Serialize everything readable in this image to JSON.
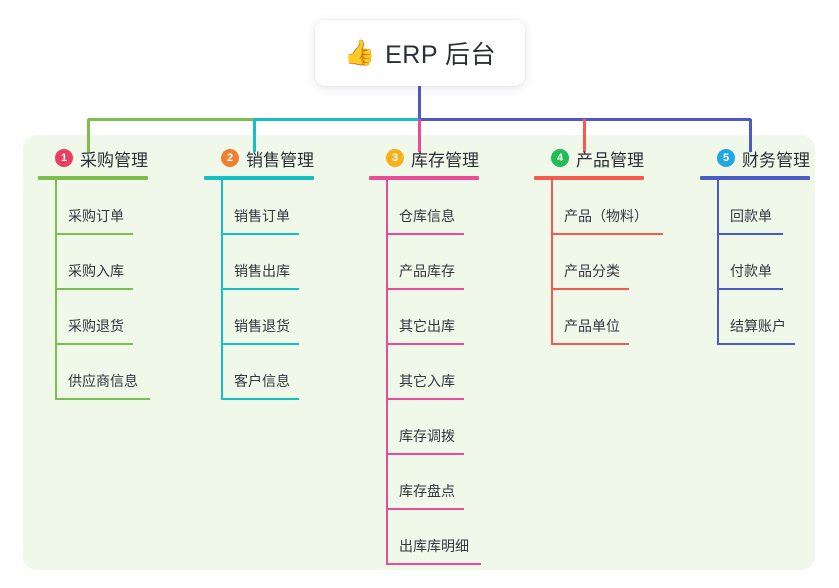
{
  "root": {
    "icon": "thumbs-up-emoji",
    "emoji": "👍",
    "title": "ERP 后台"
  },
  "panel": {
    "background_color": "#eff8e9"
  },
  "connector_colors": {
    "trunk": "#4a5bc4",
    "segment_1": "#7cbf4e",
    "segment_2": "#17c0c0",
    "segment_3": "#4a5bc4",
    "drop_1": "#7cbf4e",
    "drop_2": "#17c0c0",
    "drop_3": "#ea4c9a",
    "drop_4": "#f65a4e",
    "drop_5": "#4a5bc4"
  },
  "branches": [
    {
      "number": "1",
      "title": "采购管理",
      "badge_color": "#ec3e62",
      "line_color": "#7cbf4e",
      "rule_width": 110,
      "items": [
        {
          "label": "采购订单",
          "rule_width": 78
        },
        {
          "label": "采购入库",
          "rule_width": 78
        },
        {
          "label": "采购退货",
          "rule_width": 78
        },
        {
          "label": "供应商信息",
          "rule_width": 95
        }
      ]
    },
    {
      "number": "2",
      "title": "销售管理",
      "badge_color": "#f08030",
      "line_color": "#17c0c0",
      "rule_width": 110,
      "items": [
        {
          "label": "销售订单",
          "rule_width": 78
        },
        {
          "label": "销售出库",
          "rule_width": 78
        },
        {
          "label": "销售退货",
          "rule_width": 78
        },
        {
          "label": "客户信息",
          "rule_width": 78
        }
      ]
    },
    {
      "number": "3",
      "title": "库存管理",
      "badge_color": "#f6b21b",
      "line_color": "#ea4c9a",
      "rule_width": 110,
      "items": [
        {
          "label": "仓库信息",
          "rule_width": 78
        },
        {
          "label": "产品库存",
          "rule_width": 78
        },
        {
          "label": "其它出库",
          "rule_width": 78
        },
        {
          "label": "其它入库",
          "rule_width": 78
        },
        {
          "label": "库存调拨",
          "rule_width": 78
        },
        {
          "label": "库存盘点",
          "rule_width": 78
        },
        {
          "label": "出库库明细",
          "rule_width": 95
        }
      ]
    },
    {
      "number": "4",
      "title": "产品管理",
      "badge_color": "#22bb55",
      "line_color": "#f65a4e",
      "rule_width": 110,
      "items": [
        {
          "label": "产品（物料）",
          "rule_width": 112
        },
        {
          "label": "产品分类",
          "rule_width": 78
        },
        {
          "label": "产品单位",
          "rule_width": 78
        }
      ]
    },
    {
      "number": "5",
      "title": "财务管理",
      "badge_color": "#22a8e0",
      "line_color": "#4a5bc4",
      "rule_width": 110,
      "items": [
        {
          "label": "回款单",
          "rule_width": 66
        },
        {
          "label": "付款单",
          "rule_width": 66
        },
        {
          "label": "结算账户",
          "rule_width": 78
        }
      ]
    }
  ]
}
